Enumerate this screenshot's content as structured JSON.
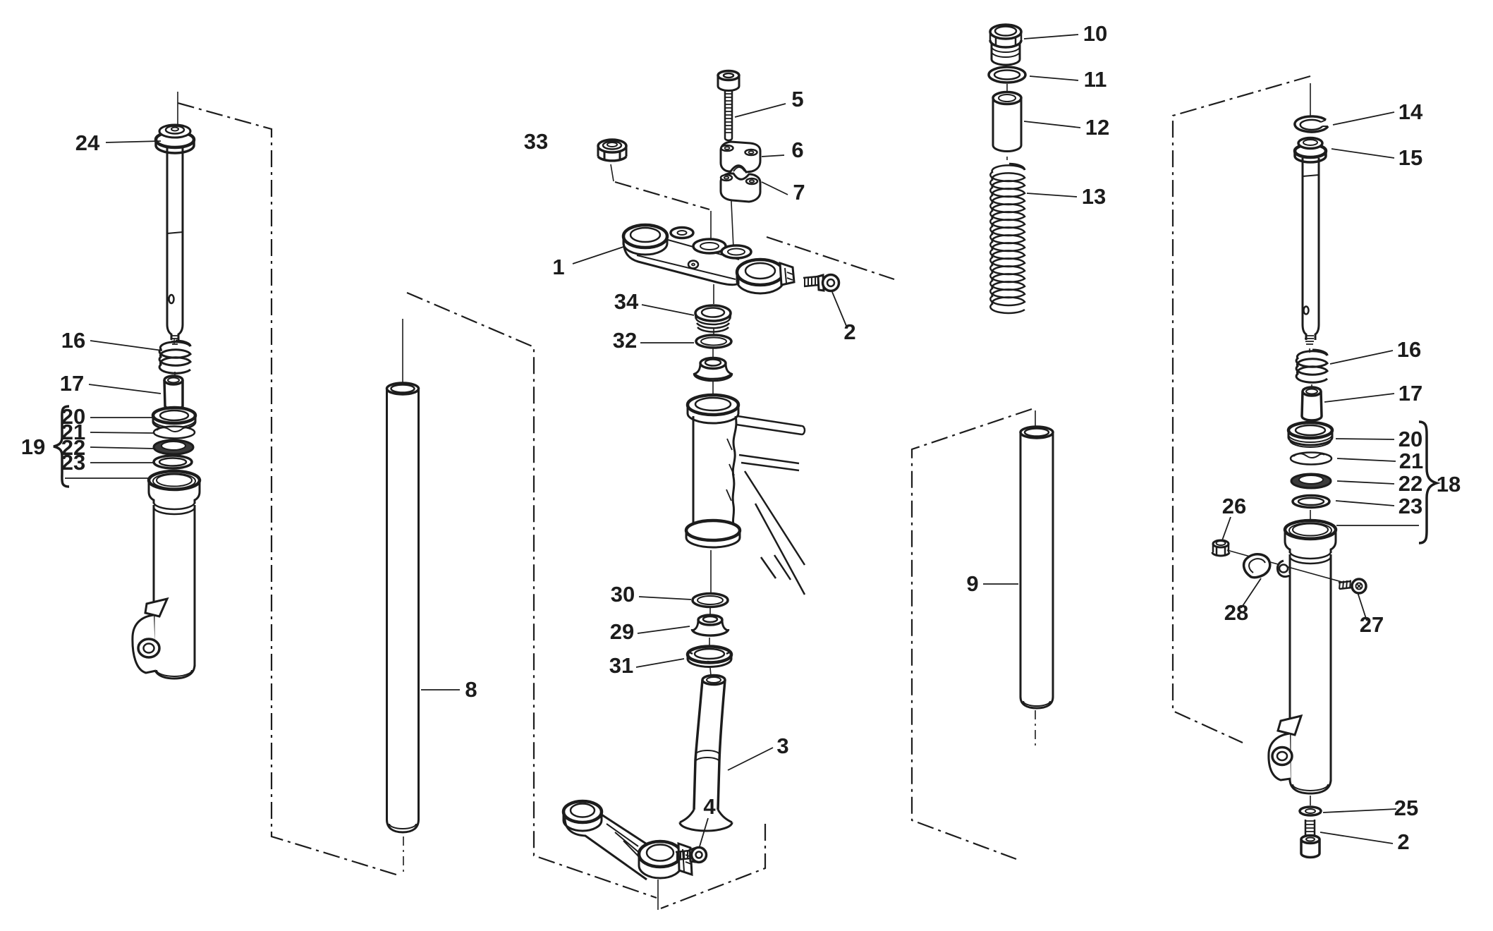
{
  "figure": {
    "kind": "exploded-parts-diagram",
    "subject": "front-fork-assembly",
    "colors": {
      "ink": "#1c1c1c",
      "paper": "#ffffff",
      "seal_dark": "#3a3a3a"
    },
    "callout_numbers": [
      "1",
      "2",
      "3",
      "4",
      "5",
      "6",
      "7",
      "8",
      "9",
      "10",
      "11",
      "12",
      "13",
      "14",
      "15",
      "16",
      "17",
      "18",
      "19",
      "20",
      "21",
      "22",
      "23",
      "24",
      "25",
      "26",
      "27",
      "28",
      "29",
      "30",
      "31",
      "32",
      "33",
      "34"
    ]
  },
  "callouts": {
    "1": "1",
    "2": "2",
    "3": "3",
    "4": "4",
    "5": "5",
    "6": "6",
    "7": "7",
    "8": "8",
    "9": "9",
    "10": "10",
    "11": "11",
    "12": "12",
    "13": "13",
    "14": "14",
    "15": "15",
    "16": "16",
    "17": "17",
    "18": "18",
    "19": "19",
    "20": "20",
    "21": "21",
    "22": "22",
    "23": "23",
    "24": "24",
    "25": "25",
    "26": "26",
    "27": "27",
    "28": "28",
    "29": "29",
    "30": "30",
    "31": "31",
    "32": "32",
    "33": "33",
    "34": "34"
  }
}
